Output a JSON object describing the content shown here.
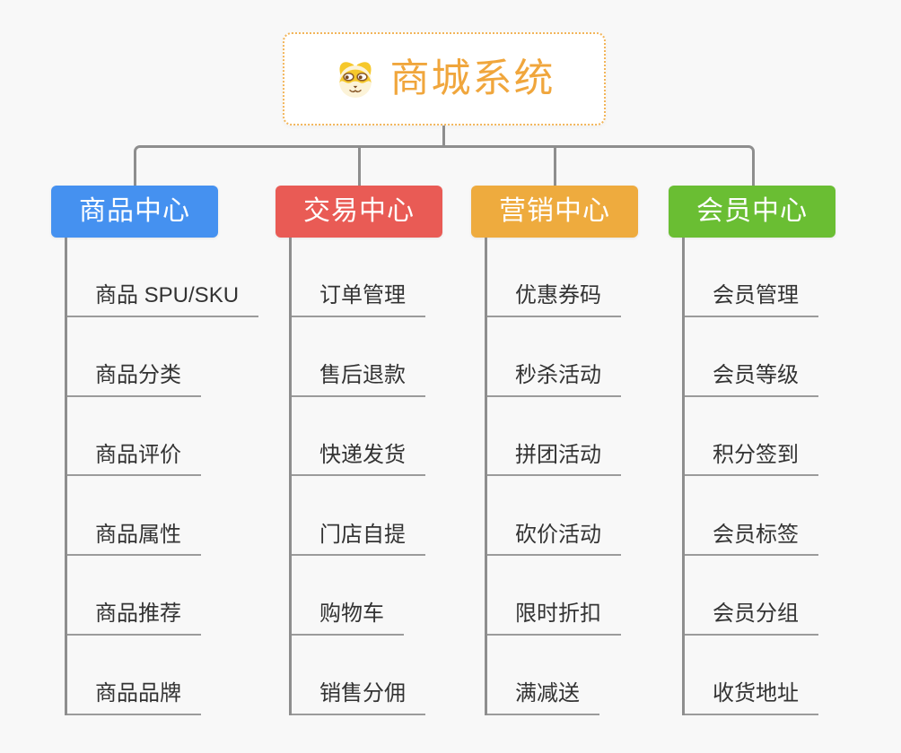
{
  "root": {
    "title": "商城系统",
    "icon": "shiba-dog-icon",
    "title_color": "#f0a63c"
  },
  "branches": [
    {
      "label": "商品中心",
      "color": "#4591f0",
      "children": [
        "商品 SPU/SKU",
        "商品分类",
        "商品评价",
        "商品属性",
        "商品推荐",
        "商品品牌"
      ]
    },
    {
      "label": "交易中心",
      "color": "#e95b55",
      "children": [
        "订单管理",
        "售后退款",
        "快递发货",
        "门店自提",
        "购物车",
        "销售分佣"
      ]
    },
    {
      "label": "营销中心",
      "color": "#eeab3e",
      "children": [
        "优惠券码",
        "秒杀活动",
        "拼团活动",
        "砍价活动",
        "限时折扣",
        "满减送"
      ]
    },
    {
      "label": "会员中心",
      "color": "#6abe33",
      "children": [
        "会员管理",
        "会员等级",
        "积分签到",
        "会员标签",
        "会员分组",
        "收货地址"
      ]
    }
  ],
  "connector_color": "#8e8e8e"
}
